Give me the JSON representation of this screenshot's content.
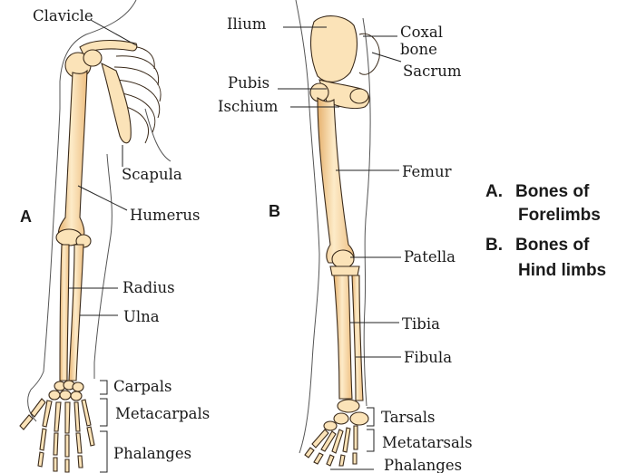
{
  "figure": {
    "panel_a_letter": "A",
    "panel_b_letter": "B",
    "labels_a": {
      "clavicle": "Clavicle",
      "scapula": "Scapula",
      "humerus": "Humerus",
      "radius": "Radius",
      "ulna": "Ulna",
      "carpals": "Carpals",
      "metacarpals": "Metacarpals",
      "phalanges": "Phalanges"
    },
    "labels_b": {
      "ilium": "Ilium",
      "coxal_line1": "Coxal",
      "coxal_line2": "bone",
      "sacrum": "Sacrum",
      "pubis": "Pubis",
      "ischium": "Ischium",
      "femur": "Femur",
      "patella": "Patella",
      "tibia": "Tibia",
      "fibula": "Fibula",
      "tarsals": "Tarsals",
      "metatarsals": "Metatarsals",
      "phalanges": "Phalanges"
    },
    "legend": {
      "a_key": "A.",
      "a_line1": "Bones of",
      "a_line2": "Forelimbs",
      "b_key": "B.",
      "b_line1": "Bones of",
      "b_line2": "Hind limbs"
    },
    "colors": {
      "bone_light": "#fdebc8",
      "bone_dark": "#e9b978",
      "outline": "#3a2a1a"
    }
  }
}
